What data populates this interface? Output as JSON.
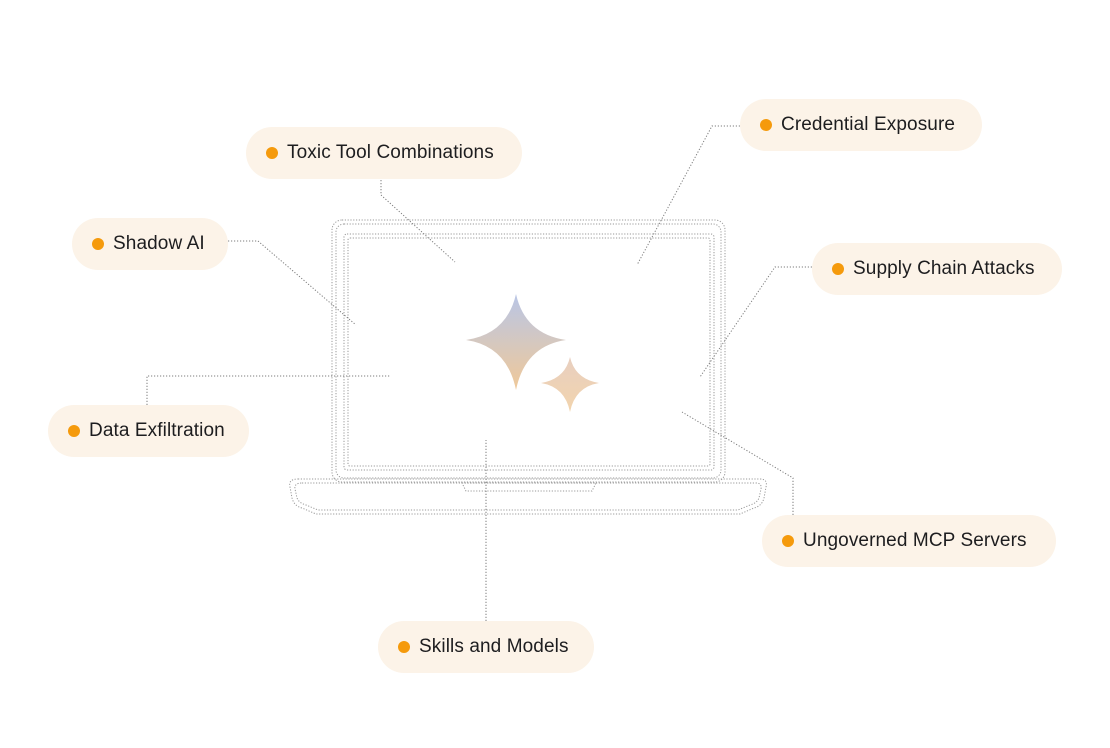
{
  "colors": {
    "accent_dot": "#f59a0c",
    "pill_background": "#fcf3e8",
    "line_color": "#7d7d7d",
    "sparkle_top": "#b9c6e6",
    "sparkle_bottom": "#f0c999"
  },
  "center": {
    "device": "laptop-icon",
    "emblem": "sparkle-icon"
  },
  "labels": {
    "toxic": "Toxic Tool Combinations",
    "credential": "Credential Exposure",
    "shadow": "Shadow AI",
    "supply": "Supply Chain Attacks",
    "exfil": "Data Exfiltration",
    "mcp": "Ungoverned MCP Servers",
    "skills": "Skills and Models"
  }
}
